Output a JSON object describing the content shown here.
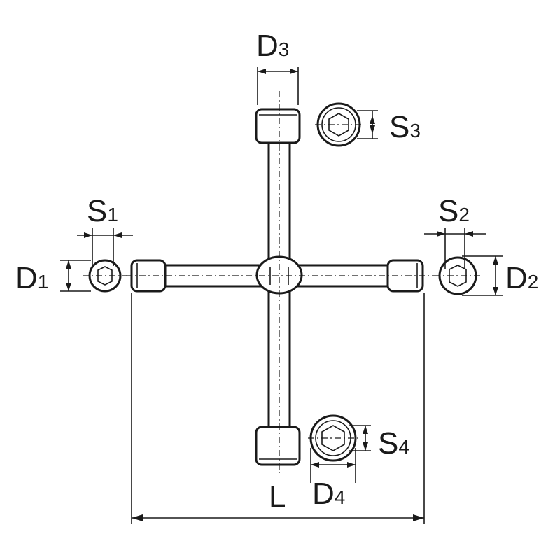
{
  "labels": {
    "D1": {
      "main": "D",
      "sub": "1"
    },
    "D2": {
      "main": "D",
      "sub": "2"
    },
    "D3": {
      "main": "D",
      "sub": "3"
    },
    "D4": {
      "main": "D",
      "sub": "4"
    },
    "S1": {
      "main": "S",
      "sub": "1"
    },
    "S2": {
      "main": "S",
      "sub": "2"
    },
    "S3": {
      "main": "S",
      "sub": "3"
    },
    "S4": {
      "main": "S",
      "sub": "4"
    },
    "L": {
      "main": "L"
    }
  },
  "colors": {
    "line": "#1a1a1a",
    "background": "#ffffff"
  }
}
